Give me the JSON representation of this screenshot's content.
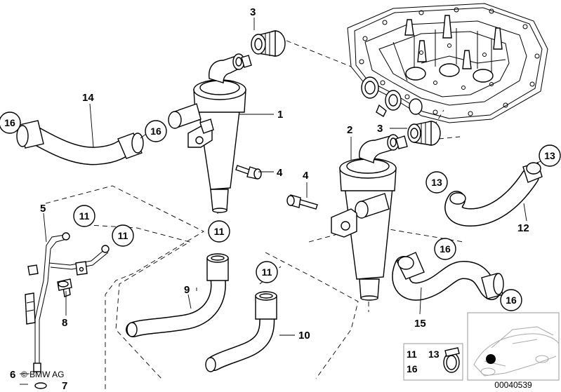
{
  "callouts": {
    "c1": "1",
    "c2": "2",
    "c3a": "3",
    "c3b": "3",
    "c4a": "4",
    "c4b": "4",
    "c5": "5",
    "c6": "6",
    "c7": "7",
    "c8": "8",
    "c9": "9",
    "c10": "10",
    "c11a": "11",
    "c11b": "11",
    "c11c": "11",
    "c11d": "11",
    "c12": "12",
    "c13a": "13",
    "c13b": "13",
    "c14": "14",
    "c15": "15",
    "c16a": "16",
    "c16b": "16",
    "c16c": "16",
    "c16d": "16"
  },
  "inset_clamp": {
    "line1": "11",
    "line1b": "13",
    "line2": "16"
  },
  "copyright": "© BMW AG",
  "diagram_number": "00040539",
  "icons": [
    "car-location-icon",
    "hose-clamp-icon"
  ]
}
